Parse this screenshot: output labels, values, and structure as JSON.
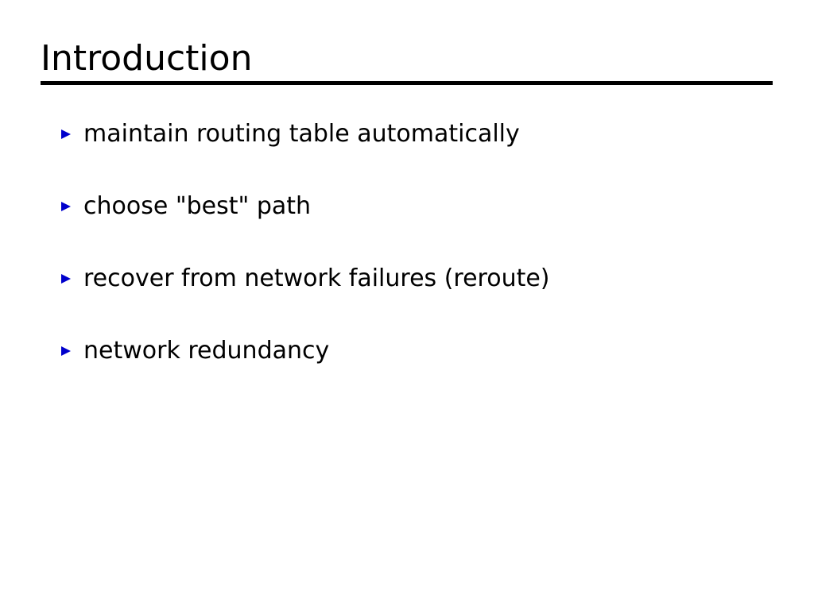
{
  "slide": {
    "title": "Introduction",
    "bullet_marker_icon": "triangle-right-icon",
    "bullet_marker_color": "#0000CC",
    "title_color": "#000000",
    "text_color": "#000000",
    "background_color": "#FFFFFF",
    "rule_color": "#000000",
    "bullets": [
      {
        "text": "maintain routing table automatically"
      },
      {
        "text": "choose \"best\" path"
      },
      {
        "text": "recover from network failures (reroute)"
      },
      {
        "text": "network redundancy"
      }
    ]
  }
}
